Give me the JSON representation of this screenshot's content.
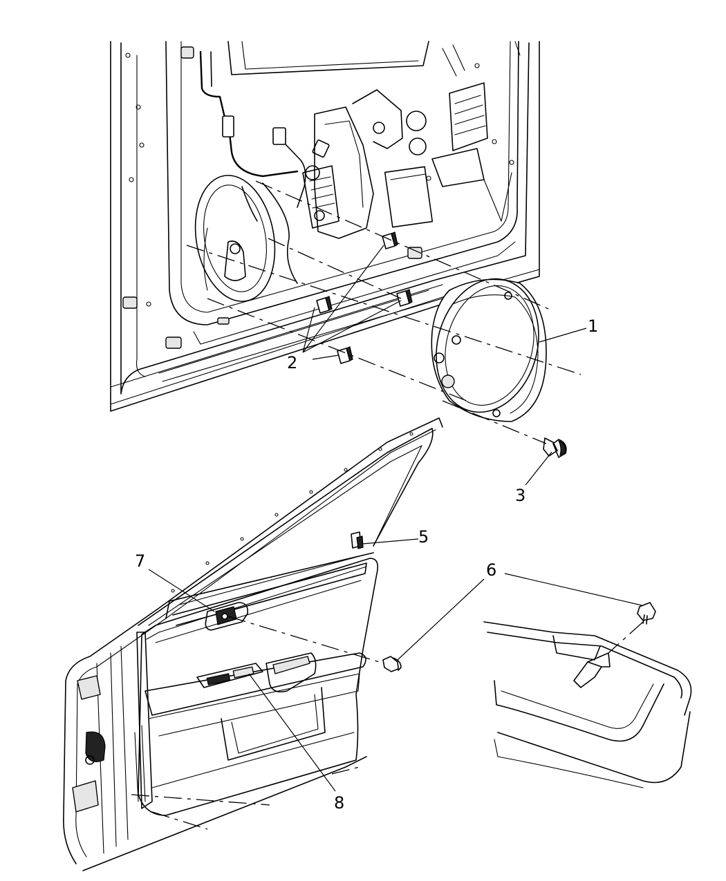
{
  "callouts": {
    "c1": "1",
    "c2": "2",
    "c3": "3",
    "c5": "5",
    "c6": "6",
    "c7": "7",
    "c8": "8"
  }
}
